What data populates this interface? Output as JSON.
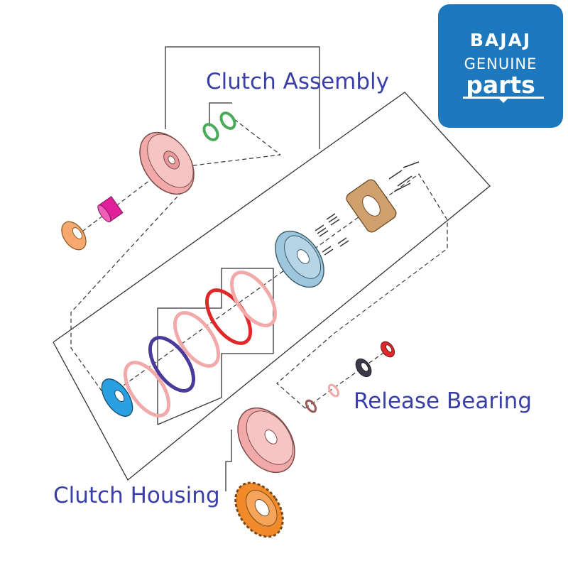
{
  "callouts": {
    "clutch_assembly": "Clutch Assembly",
    "release_bearing": "Release Bearing",
    "clutch_housing": "Clutch Housing"
  },
  "logo": {
    "brand": "BAJAJ",
    "line1": "GENUINE",
    "line2": "parts"
  },
  "colors": {
    "callout_text": "#3a3fa8",
    "logo_bg": "#1e78be",
    "housing_pink": "#f2a9a9",
    "hub_green": "#4aaa5a",
    "spacer_orange": "#f6a86e",
    "bush_magenta": "#e0209a",
    "pressure_plate_blue": "#9ec6dd",
    "lifter_plate_tan": "#cfa06b",
    "friction_plate_purple": "#4a3a9a",
    "steel_plate_red": "#e02828",
    "pressure_disc_cyan": "#2aa0e0",
    "gear_orange": "#f08a2a",
    "bearing_red": "#e02828"
  }
}
